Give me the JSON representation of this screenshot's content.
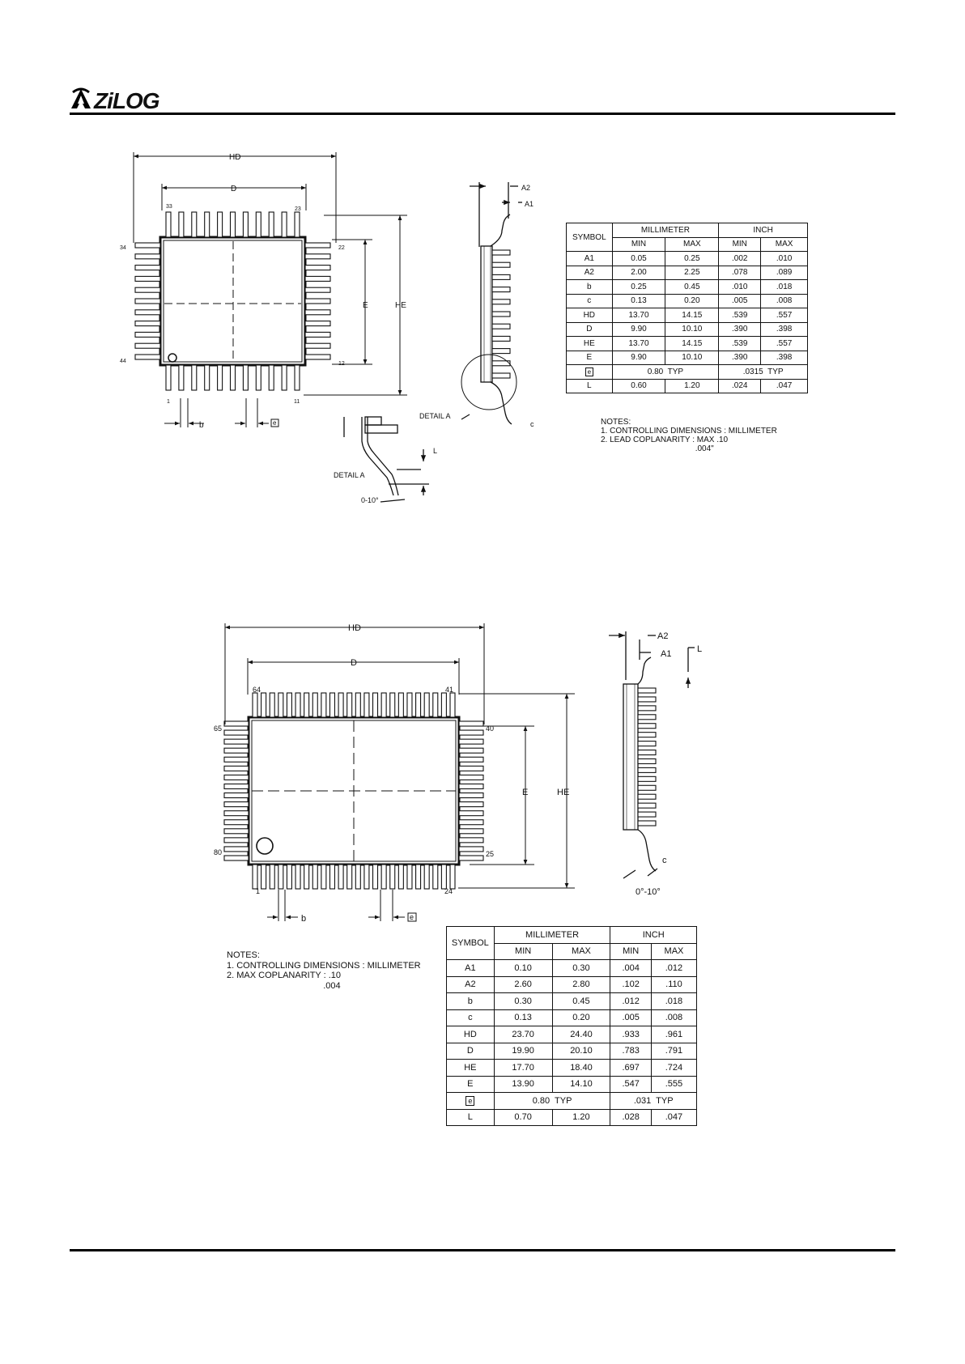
{
  "header": {
    "logo_text": "ZiLOG"
  },
  "package1": {
    "drawing_labels": {
      "hd": "HD",
      "d": "D",
      "e": "E",
      "he": "HE",
      "a1": "A1",
      "a2": "A2",
      "b": "b",
      "e_pitch": "e",
      "c": "c",
      "l": "L",
      "detail": "DETAIL A",
      "angle": "0-10°"
    },
    "pins": {
      "p33": "33",
      "p23": "23",
      "p34": "34",
      "p22": "22",
      "p44": "44",
      "p12": "12",
      "p1": "1",
      "p11": "11"
    },
    "table": {
      "symbol_header": "SYMBOL",
      "mm_header": "MILLIMETER",
      "inch_header": "INCH",
      "min": "MIN",
      "max": "MAX",
      "rows": [
        [
          "A1",
          "0.05",
          "0.25",
          ".002",
          ".010"
        ],
        [
          "A2",
          "2.00",
          "2.25",
          ".078",
          ".089"
        ],
        [
          "b",
          "0.25",
          "0.45",
          ".010",
          ".018"
        ],
        [
          "c",
          "0.13",
          "0.20",
          ".005",
          ".008"
        ],
        [
          "HD",
          "13.70",
          "14.15",
          ".539",
          ".557"
        ],
        [
          "D",
          "9.90",
          "10.10",
          ".390",
          ".398"
        ],
        [
          "HE",
          "13.70",
          "14.15",
          ".539",
          ".557"
        ],
        [
          "E",
          "9.90",
          "10.10",
          ".390",
          ".398"
        ]
      ],
      "pitch_symbol": "e",
      "pitch_mm": "0.80  TYP",
      "pitch_inch": ".0315  TYP",
      "l_row": [
        "L",
        "0.60",
        "1.20",
        ".024",
        ".047"
      ]
    },
    "notes": "NOTES:\n1. CONTROLLING DIMENSIONS : MILLIMETER\n2. LEAD COPLANARITY : MAX .10\n                                          .004\""
  },
  "package2": {
    "drawing_labels": {
      "hd": "HD",
      "d": "D",
      "e": "E",
      "he": "HE",
      "a1": "A1",
      "a2": "A2",
      "b": "b",
      "e_pitch": "e",
      "c": "c",
      "l": "L",
      "angle": "0°-10°"
    },
    "pins": {
      "p64": "64",
      "p41": "41",
      "p65": "65",
      "p40": "40",
      "p80": "80",
      "p25": "25",
      "p1": "1",
      "p24": "24"
    },
    "table": {
      "symbol_header": "SYMBOL",
      "mm_header": "MILLIMETER",
      "inch_header": "INCH",
      "min": "MIN",
      "max": "MAX",
      "rows": [
        [
          "A1",
          "0.10",
          "0.30",
          ".004",
          ".012"
        ],
        [
          "A2",
          "2.60",
          "2.80",
          ".102",
          ".110"
        ],
        [
          "b",
          "0.30",
          "0.45",
          ".012",
          ".018"
        ],
        [
          "c",
          "0.13",
          "0.20",
          ".005",
          ".008"
        ],
        [
          "HD",
          "23.70",
          "24.40",
          ".933",
          ".961"
        ],
        [
          "D",
          "19.90",
          "20.10",
          ".783",
          ".791"
        ],
        [
          "HE",
          "17.70",
          "18.40",
          ".697",
          ".724"
        ],
        [
          "E",
          "13.90",
          "14.10",
          ".547",
          ".555"
        ]
      ],
      "pitch_symbol": "e",
      "pitch_mm": "0.80  TYP",
      "pitch_inch": ".031  TYP",
      "l_row": [
        "L",
        "0.70",
        "1.20",
        ".028",
        ".047"
      ]
    },
    "notes": "NOTES:\n1. CONTROLLING DIMENSIONS : MILLIMETER\n2. MAX COPLANARITY : .10\n                                       .004"
  }
}
